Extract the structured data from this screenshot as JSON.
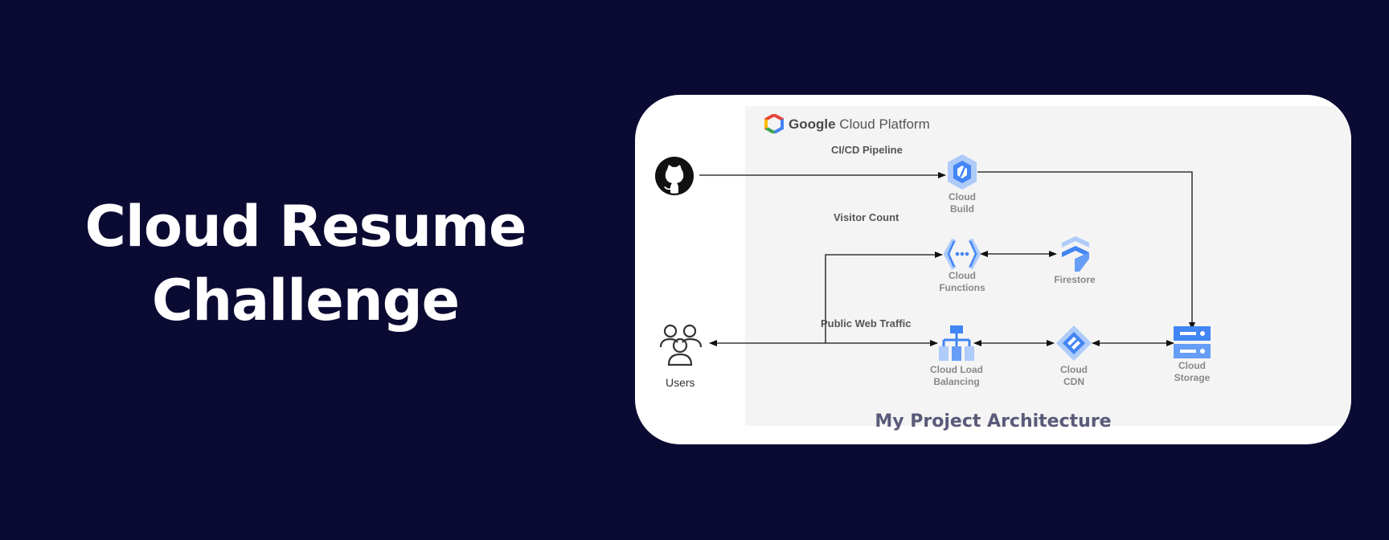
{
  "heading": {
    "line1": "Cloud Resume",
    "line2": "Challenge"
  },
  "diagram": {
    "platform_brand": "Google",
    "platform_rest": "Cloud Platform",
    "edges": {
      "cicd": "CI/CD Pipeline",
      "visitor": "Visitor Count",
      "web": "Public Web Traffic"
    },
    "services": {
      "build": [
        "Cloud",
        "Build"
      ],
      "functions": [
        "Cloud",
        "Functions"
      ],
      "firestore": [
        "Firestore"
      ],
      "lb": [
        "Cloud Load",
        "Balancing"
      ],
      "cdn": [
        "Cloud",
        "CDN"
      ],
      "storage": [
        "Cloud",
        "Storage"
      ]
    },
    "users": "Users",
    "caption": "My Project Architecture"
  },
  "colors": {
    "background": "#0b0a33",
    "gcp_blue": "#4285f4",
    "gcp_light_blue": "#aecbfa"
  }
}
